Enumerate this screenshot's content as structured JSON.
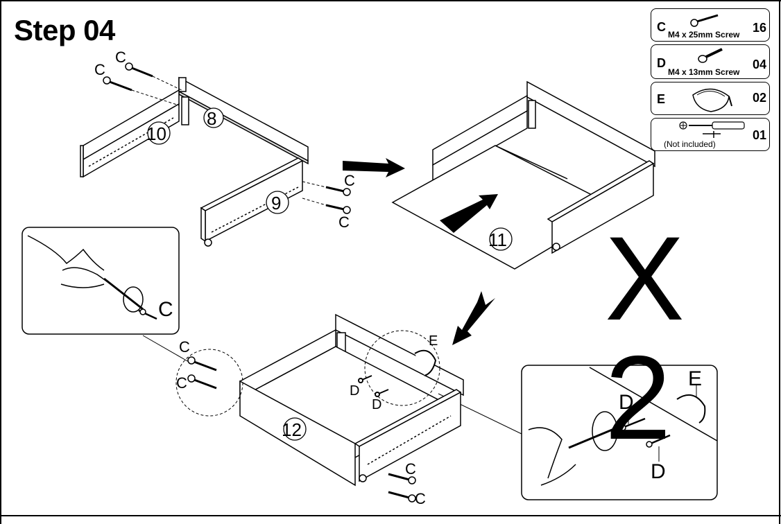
{
  "step": {
    "title": "Step 04"
  },
  "multiplier": "X 2",
  "hardware": [
    {
      "letter": "C",
      "name": "M4 x 25mm Screw",
      "qty": "16",
      "icon": "long-screw-icon"
    },
    {
      "letter": "D",
      "name": "M4 x 13mm Screw",
      "qty": "04",
      "icon": "short-screw-icon"
    },
    {
      "letter": "E",
      "name": "",
      "qty": "02",
      "icon": "cup-handle-icon"
    },
    {
      "letter": "",
      "name": "",
      "qty": "01",
      "note": "(Not included)",
      "icon": "screwdriver-icon"
    }
  ],
  "parts": {
    "p8": "8",
    "p9": "9",
    "p10": "10",
    "p11": "11",
    "p12": "12"
  },
  "labels": {
    "c": "C",
    "d": "D",
    "e": "E"
  }
}
